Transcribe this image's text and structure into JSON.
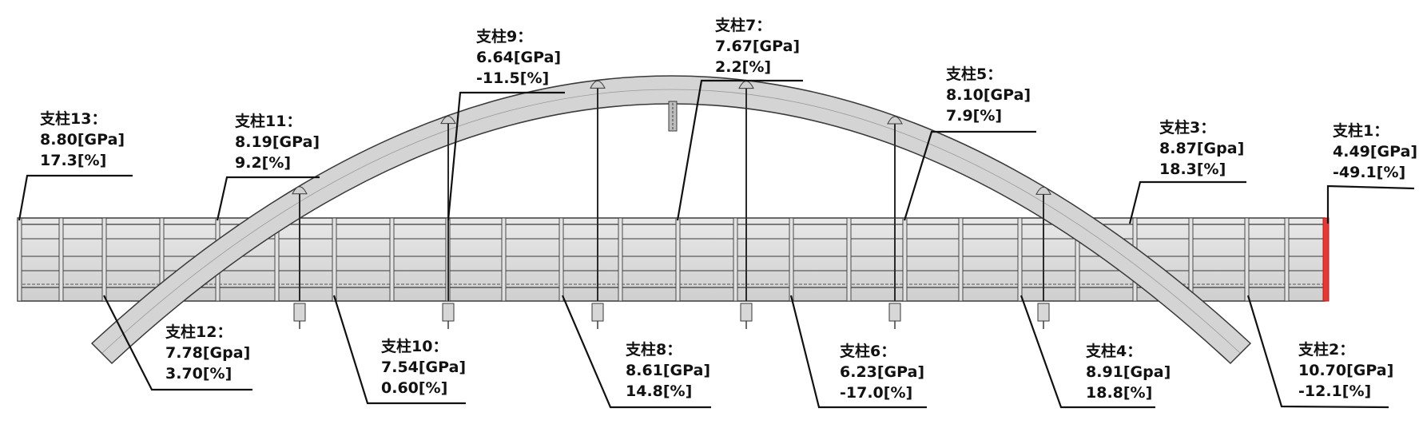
{
  "diagram": {
    "colors": {
      "deck_fill": "#dcdcdc",
      "arch_fill": "#d4d4d4",
      "line": "#3a3a3a",
      "highlight": "#e53935",
      "text": "#111111"
    },
    "columns": [
      {
        "id": "c1",
        "name": "支柱1：",
        "modulus": "4.49[GPa]",
        "change": "-49.1[%]",
        "highlighted": true
      },
      {
        "id": "c2",
        "name": "支柱2：",
        "modulus": "10.70[GPa]",
        "change": "-12.1[%]"
      },
      {
        "id": "c3",
        "name": "支柱3：",
        "modulus": "8.87[Gpa]",
        "change": "18.3[%]"
      },
      {
        "id": "c4",
        "name": "支柱4：",
        "modulus": "8.91[Gpa]",
        "change": "18.8[%]"
      },
      {
        "id": "c5",
        "name": "支柱5：",
        "modulus": "8.10[GPa]",
        "change": "7.9[%]"
      },
      {
        "id": "c6",
        "name": "支柱6：",
        "modulus": "6.23[GPa]",
        "change": "-17.0[%]"
      },
      {
        "id": "c7",
        "name": "支柱7：",
        "modulus": "7.67[GPa]",
        "change": "2.2[%]"
      },
      {
        "id": "c8",
        "name": "支柱8：",
        "modulus": "8.61[GPa]",
        "change": "14.8[%]"
      },
      {
        "id": "c9",
        "name": "支柱9：",
        "modulus": "6.64[GPa]",
        "change": "-11.5[%]"
      },
      {
        "id": "c10",
        "name": "支柱10：",
        "modulus": "7.54[GPa]",
        "change": "0.60[%]"
      },
      {
        "id": "c11",
        "name": "支柱11：",
        "modulus": "8.19[GPa]",
        "change": "9.2[%]"
      },
      {
        "id": "c12",
        "name": "支柱12：",
        "modulus": "7.78[Gpa]",
        "change": "3.70[%]"
      },
      {
        "id": "c13",
        "name": "支柱13：",
        "modulus": "8.80[GPa]",
        "change": "17.3[%]"
      }
    ]
  }
}
